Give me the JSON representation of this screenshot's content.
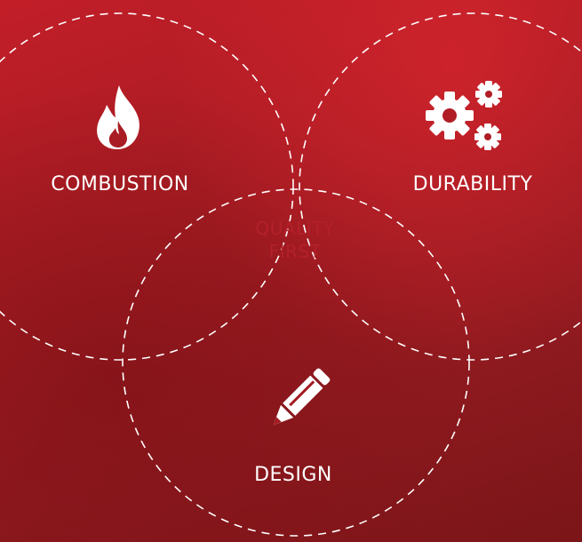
{
  "diagram": {
    "circles": [
      {
        "id": "combustion",
        "label": "COMBUSTION",
        "icon": "flame-icon"
      },
      {
        "id": "durability",
        "label": "DURABILITY",
        "icon": "gears-icon"
      },
      {
        "id": "design",
        "label": "DESIGN",
        "icon": "pencil-icon"
      }
    ],
    "center": {
      "line1": "QUALITY",
      "line2": "FIRST"
    },
    "colors": {
      "background": "#a91c23",
      "stroke": "#ffffff",
      "center_fill": "#ffffff",
      "center_text": "#b3202a"
    }
  }
}
